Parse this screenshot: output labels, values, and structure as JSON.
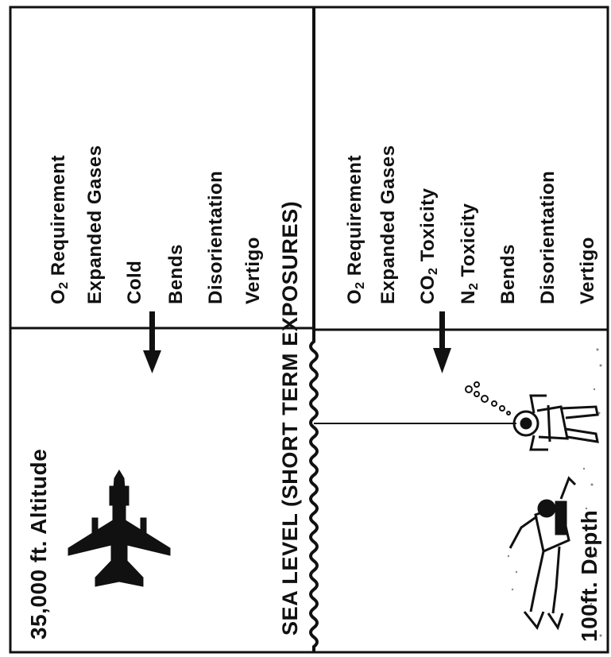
{
  "altitude_panel": {
    "hazards": [
      {
        "text": "O",
        "sub": "2",
        "rest": " Requirement"
      },
      {
        "text": "Expanded Gases",
        "sub": "",
        "rest": ""
      },
      {
        "text": "Cold",
        "sub": "",
        "rest": ""
      },
      {
        "text": "Bends",
        "sub": "",
        "rest": ""
      },
      {
        "text": "Disorientation",
        "sub": "",
        "rest": ""
      },
      {
        "text": "Vertigo",
        "sub": "",
        "rest": ""
      }
    ],
    "title": "35,000 ft. Altitude"
  },
  "sea_level": {
    "label": "SEA LEVEL (SHORT TERM EXPOSURES)"
  },
  "depth_panel": {
    "hazards": [
      {
        "text": "O",
        "sub": "2",
        "rest": " Requirement"
      },
      {
        "text": "Expanded Gases",
        "sub": "",
        "rest": ""
      },
      {
        "text": "CO",
        "sub": "2",
        "rest": " Toxicity"
      },
      {
        "text": "N",
        "sub": "2",
        "rest": " Toxicity"
      },
      {
        "text": "Bends",
        "sub": "",
        "rest": ""
      },
      {
        "text": "Disorientation",
        "sub": "",
        "rest": ""
      },
      {
        "text": "Vertigo",
        "sub": "",
        "rest": ""
      }
    ],
    "title": "100ft. Depth"
  },
  "colors": {
    "ink": "#111111",
    "paper": "#ffffff"
  }
}
